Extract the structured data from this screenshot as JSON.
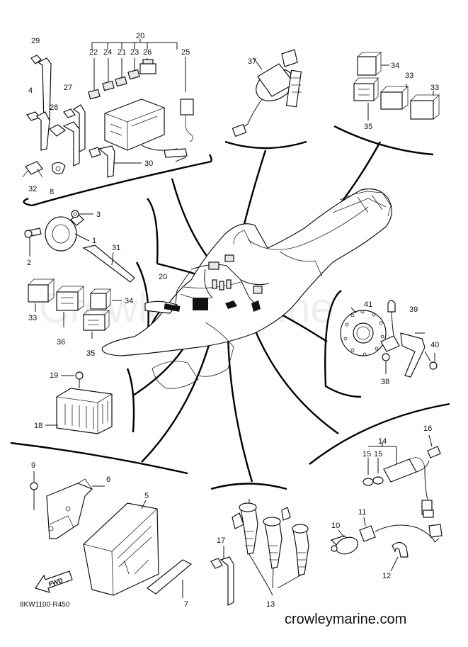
{
  "watermark": "Crowley Marine",
  "site": "crowleymarine.com",
  "drawing_code": "8KW1100-R450",
  "fwd_label": "FWD",
  "callouts": {
    "c1": "1",
    "c2": "2",
    "c3": "3",
    "c4": "4",
    "c5": "5",
    "c6": "6",
    "c7": "7",
    "c8": "8",
    "c9": "9",
    "c10": "10",
    "c11": "11",
    "c12": "12",
    "c13": "13",
    "c14": "14",
    "c15a": "15",
    "c15b": "15",
    "c16": "16",
    "c17": "17",
    "c18": "18",
    "c19": "19",
    "c20a": "20",
    "c20b": "20",
    "c21": "21",
    "c22": "22",
    "c23": "23",
    "c24": "24",
    "c25": "25",
    "c26": "26",
    "c27": "27",
    "c28": "28",
    "c29": "29",
    "c30": "30",
    "c31": "31",
    "c32": "32",
    "c33a": "33",
    "c33b": "33",
    "c33c": "33",
    "c34a": "34",
    "c34b": "34",
    "c35a": "35",
    "c35b": "35",
    "c36": "36",
    "c37": "37",
    "c38": "38",
    "c39": "39",
    "c40": "40",
    "c41": "41"
  }
}
